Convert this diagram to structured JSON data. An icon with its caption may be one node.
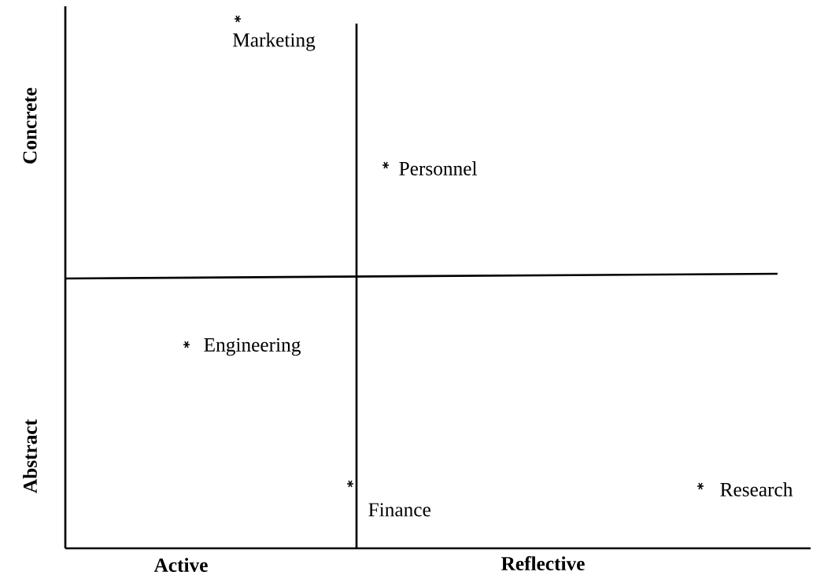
{
  "diagram": {
    "labels": [
      "Marketing",
      "Concrete",
      "Personnel",
      "Engineering",
      "Abstract",
      "Research",
      "Finance",
      "Active",
      "Reflective"
    ]
  }
}
